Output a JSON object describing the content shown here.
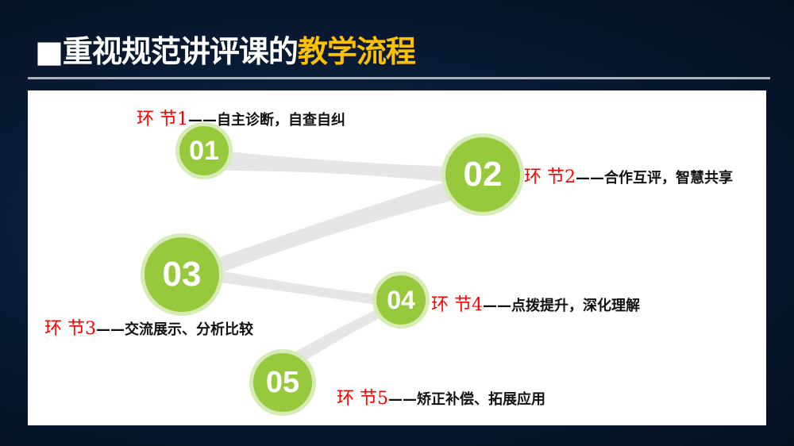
{
  "title": {
    "bullet": "■",
    "prefix": "重视规范讲评课的",
    "highlight": "教学流程"
  },
  "steps": [
    {
      "num": "01",
      "tag": "环 节1",
      "desc": "——自主诊断，自查自纠"
    },
    {
      "num": "02",
      "tag": "环 节2",
      "desc": "——合作互评，智慧共享"
    },
    {
      "num": "03",
      "tag": "环 节3",
      "desc": "——交流展示、分析比较"
    },
    {
      "num": "04",
      "tag": "环 节4",
      "desc": "——点拨提升，深化理解"
    },
    {
      "num": "05",
      "tag": "环 节5",
      "desc": "——矫正补偿、拓展应用"
    }
  ],
  "colors": {
    "accent": "#ffc000",
    "circle": "#97c93c",
    "tag": "#ff0000"
  }
}
